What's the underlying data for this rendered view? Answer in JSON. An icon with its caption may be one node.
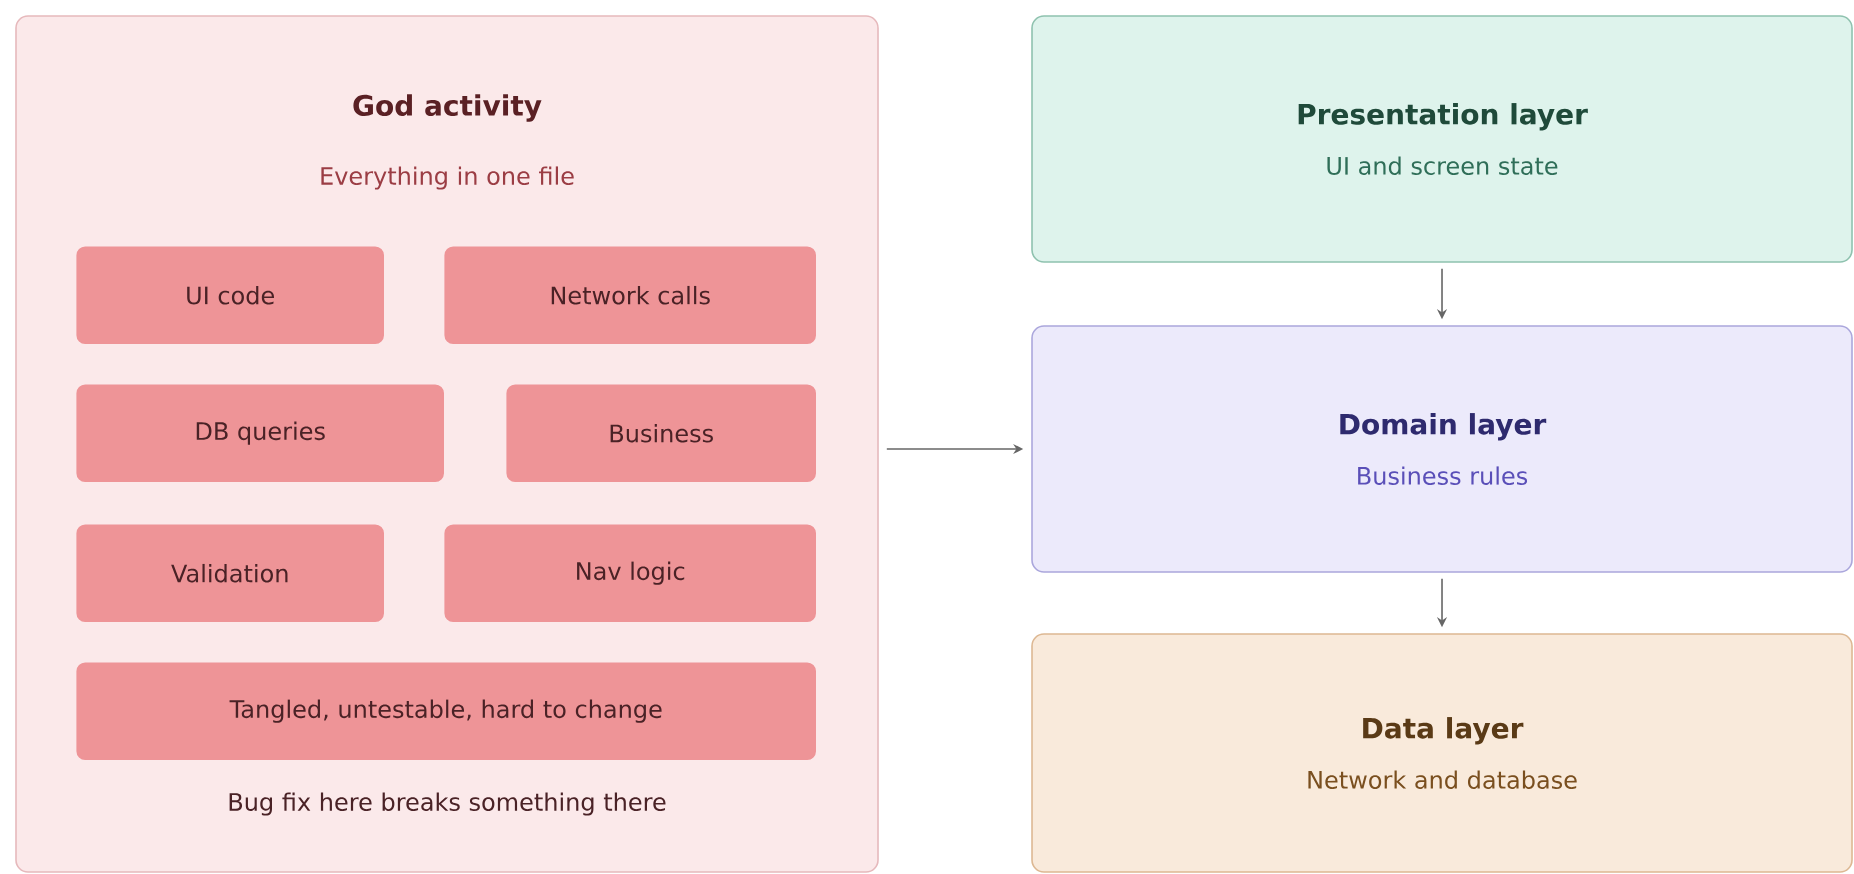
{
  "diagram": {
    "nodes": [
      {
        "text": [
          "God activity",
          "Everything in one file",
          "Bug fix here breaks something there"
        ]
      },
      {
        "text": [
          "UI code"
        ],
        "in": 0
      },
      {
        "text": [
          "Network calls"
        ],
        "in": 0
      },
      {
        "text": [
          "DB queries"
        ],
        "in": 0
      },
      {
        "text": [
          "Business"
        ],
        "in": 0
      },
      {
        "text": [
          "Validation"
        ],
        "in": 0
      },
      {
        "text": [
          "Nav logic"
        ],
        "in": 0
      },
      {
        "text": [
          "Tangled, untestable, hard to change"
        ],
        "in": 0
      },
      {
        "text": [
          "Presentation layer",
          "UI and screen state"
        ]
      },
      {
        "text": [
          "Domain layer",
          "Business rules"
        ]
      },
      {
        "text": [
          "Data layer",
          "Network and database"
        ]
      }
    ],
    "edges": [
      {
        "from": 0,
        "to": 9,
        "arrow": "to"
      },
      {
        "from": 8,
        "to": 9,
        "arrow": "to"
      },
      {
        "from": 9,
        "to": 10,
        "arrow": "to"
      }
    ]
  }
}
